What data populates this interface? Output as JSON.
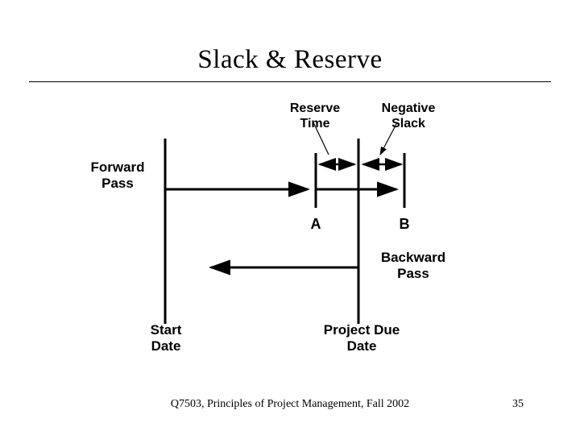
{
  "slide": {
    "title": "Slack & Reserve",
    "footer": "Q7503, Principles of Project Management, Fall 2002",
    "page_number": "35"
  },
  "diagram": {
    "labels": {
      "reserve_time": "Reserve\nTime",
      "negative_slack": "Negative\nSlack",
      "forward_pass": "Forward\nPass",
      "backward_pass": "Backward\nPass",
      "point_a": "A",
      "point_b": "B",
      "start_date": "Start\nDate",
      "project_due_date": "Project Due\nDate"
    },
    "colors": {
      "line": "#000000",
      "text": "#000000",
      "background": "#ffffff"
    }
  }
}
